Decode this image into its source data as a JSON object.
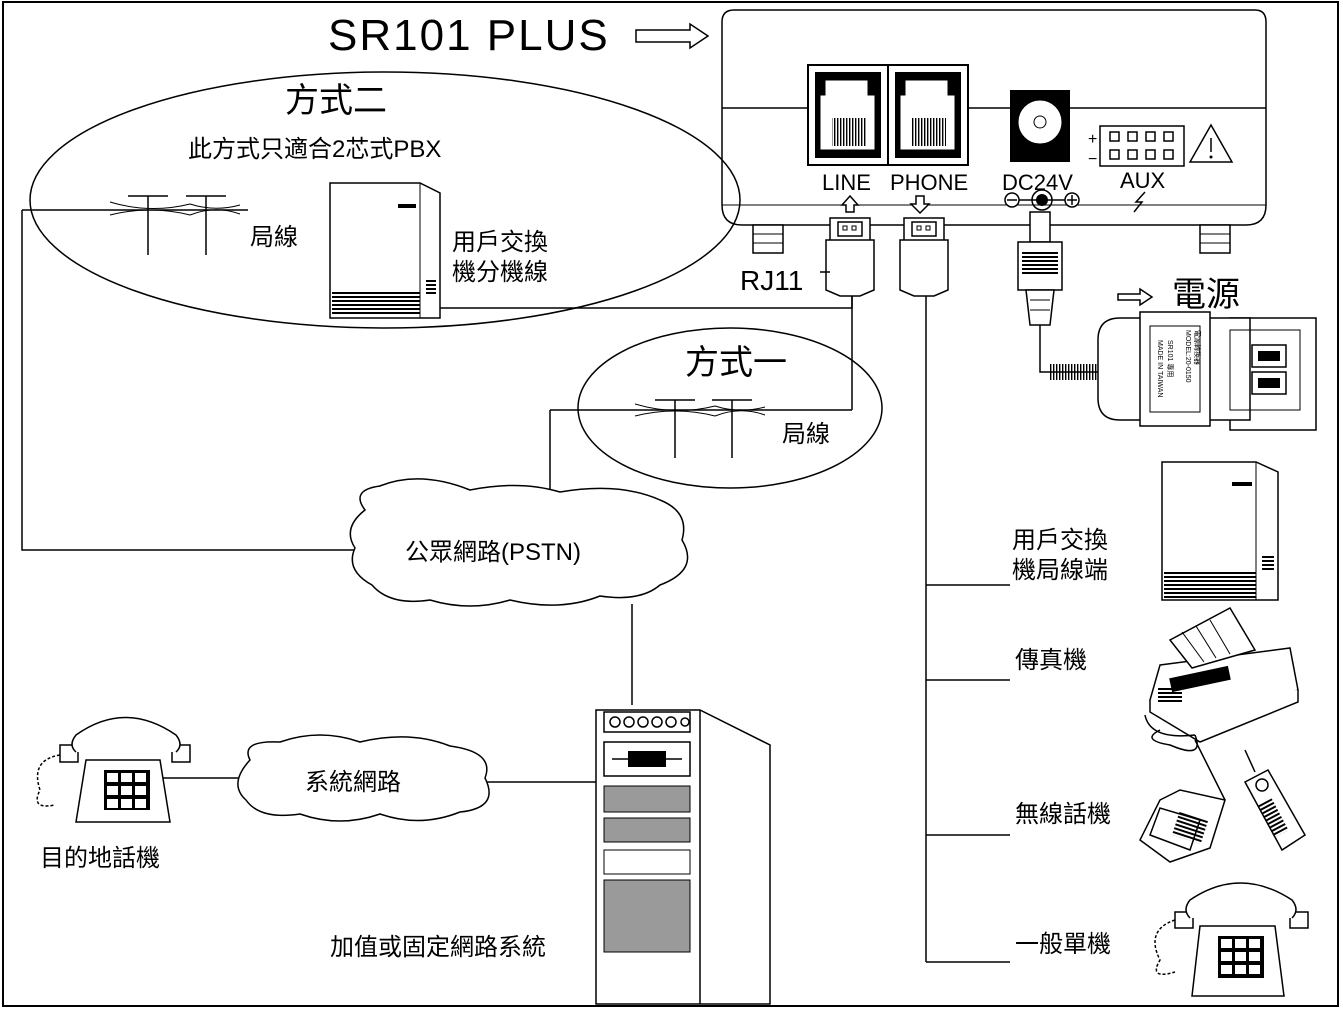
{
  "device": {
    "name": "SR101 PLUS",
    "ports": {
      "line": "LINE",
      "phone": "PHONE",
      "dc": "DC24V",
      "aux": "AUX",
      "aux_plus": "+",
      "aux_minus": "−"
    },
    "connector": "RJ11"
  },
  "power": {
    "label": "電源",
    "adapter_text": [
      "電源轉換器",
      "MODEL:20-0150",
      "SR101 專用",
      "MADE IN TAIWAN"
    ]
  },
  "method2": {
    "title": "方式二",
    "subtitle": "此方式只適合2芯式PBX",
    "line_label": "局線",
    "pbx_label_1": "用戶交換",
    "pbx_label_2": "機分機線"
  },
  "method1": {
    "title": "方式一",
    "line_label": "局線"
  },
  "networks": {
    "pstn": "公眾網路(PSTN)",
    "system": "系統網路",
    "server": "加值或固定網路系統"
  },
  "destination_phone": "目的地話機",
  "phone_side": {
    "pbx_trunk_1": "用戶交換",
    "pbx_trunk_2": "機局線端",
    "fax": "傳真機",
    "cordless": "無線話機",
    "single_phone": "一般單機"
  }
}
